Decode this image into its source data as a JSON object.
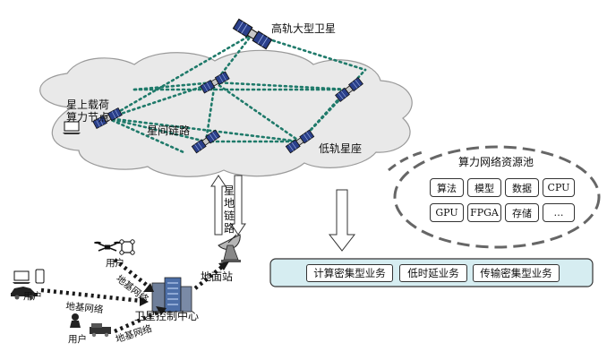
{
  "labels": {
    "geo_satellite": "高轨大型卫星",
    "onboard_line1": "星上载荷",
    "onboard_line2": "算力节点",
    "isl": "星间链路",
    "leo": "低轨星座",
    "sat_ground_link": [
      "星",
      "地",
      "链",
      "路"
    ],
    "ground_station": "地面站",
    "control_center": "卫星控制中心",
    "user_drone": "用户",
    "user_car": "用户",
    "user_bottom": "用户",
    "terrestrial_diag": "地基网络",
    "terrestrial_left": "地基网络",
    "terrestrial_bottom": "地基网络"
  },
  "resource_pool": {
    "title": "算力网络资源池",
    "row1": [
      "算法",
      "模型",
      "数据",
      "CPU"
    ],
    "row2": [
      "GPU",
      "FPGA",
      "存储",
      "…"
    ]
  },
  "services": [
    "计算密集型业务",
    "低时延业务",
    "传输密集型业务"
  ],
  "colors": {
    "cloud_fill": "#e9e9e9",
    "cloud_stroke": "#9a9a9a",
    "link_dotted": "#1f7a6a",
    "dash_ellipse": "#666666",
    "service_bar": "#d6edf1",
    "arrow_dark": "#1a1a1a"
  },
  "icons": [
    "satellite-icon",
    "laptop-icon",
    "dish-icon",
    "building-icon",
    "drone-icon",
    "car-icon",
    "person-icon",
    "phone-icon"
  ]
}
